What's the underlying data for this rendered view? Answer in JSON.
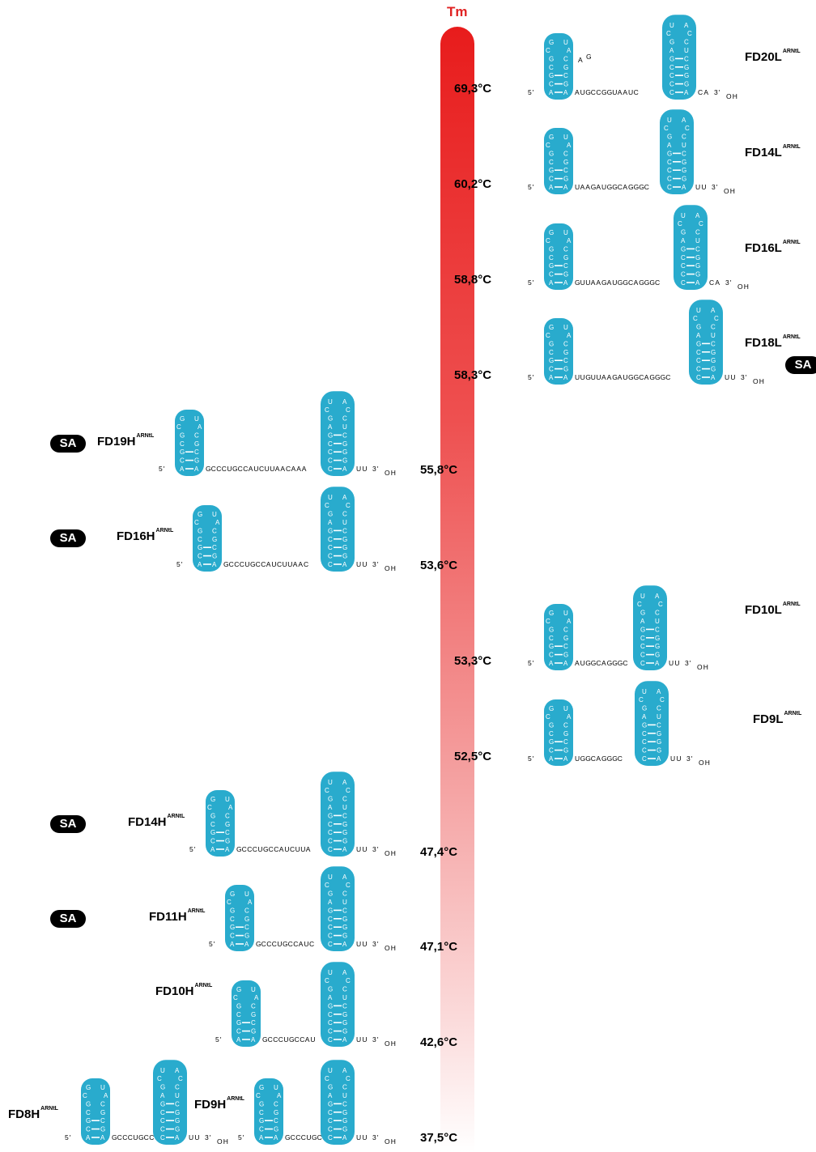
{
  "axis_title": "Tm",
  "sa_label": "SA",
  "annot_oh": "OH",
  "annot_5p": "5'",
  "annot_3p": "3'",
  "colors": {
    "hairpin": "#29abcd",
    "highlight": "#e02222",
    "bar_top": "#e81c1c"
  },
  "temperatures": [
    "69,3°C",
    "60,2°C",
    "58,8°C",
    "58,3°C",
    "55,8°C",
    "53,6°C",
    "53,3°C",
    "52,5°C",
    "47,4°C",
    "47,1°C",
    "42,6°C",
    "37,5°C"
  ],
  "left_side": [
    {
      "name": "FD19H",
      "sup": "ARNtL",
      "sa": true,
      "linker": [
        "G",
        "C",
        "C",
        "C",
        "U",
        "G",
        "C",
        "C",
        "A",
        "U",
        "C",
        "U",
        "U",
        "A",
        "A",
        "C",
        "A",
        "A",
        "A"
      ],
      "red": [
        2
      ],
      "tail": "UU"
    },
    {
      "name": "FD16H",
      "sup": "ARNtL",
      "sa": true,
      "linker": [
        "G",
        "C",
        "C",
        "C",
        "U",
        "G",
        "C",
        "C",
        "A",
        "U",
        "C",
        "U",
        "U",
        "A",
        "A",
        "C"
      ],
      "red": [
        2
      ],
      "tail": "UU"
    },
    {
      "name": "FD14H",
      "sup": "ARNtL",
      "sa": true,
      "linker": [
        "G",
        "C",
        "C",
        "C",
        "U",
        "G",
        "C",
        "C",
        "A",
        "U",
        "C",
        "U",
        "U",
        "A"
      ],
      "red": [
        2
      ],
      "tail": "UU"
    },
    {
      "name": "FD11H",
      "sup": "ARNtL",
      "sa": true,
      "linker": [
        "G",
        "C",
        "C",
        "C",
        "U",
        "G",
        "C",
        "C",
        "A",
        "U",
        "C"
      ],
      "red": [
        2
      ],
      "tail": "UU"
    },
    {
      "name": "FD10H",
      "sup": "ARNtL",
      "sa": false,
      "linker": [
        "G",
        "C",
        "C",
        "C",
        "U",
        "G",
        "C",
        "C",
        "A",
        "U"
      ],
      "red": [
        2
      ],
      "tail": "UU"
    },
    {
      "name": "FD9H",
      "sup": "ARNtL",
      "sa": false,
      "linker": [
        "G",
        "C",
        "C",
        "C",
        "U",
        "G",
        "C",
        "C",
        "A"
      ],
      "red": [
        2
      ],
      "tail": "UU"
    },
    {
      "name": "FD8H",
      "sup": "ARNtL",
      "sa": false,
      "linker": [
        "G",
        "C",
        "C",
        "C",
        "U",
        "G",
        "C",
        "C"
      ],
      "red": [
        2
      ],
      "tail": "UU"
    }
  ],
  "right_side": [
    {
      "name": "FD20L",
      "sup": "ARNtL",
      "sa": false,
      "linker": [
        "A",
        "U",
        "G",
        "C",
        "C",
        "G",
        "G",
        "U",
        "A",
        "A",
        "U",
        "C"
      ],
      "red": [],
      "tail": "CA",
      "mini_hairpin": {
        "top": [
          "A",
          "G"
        ],
        "pairs": [
          [
            "C",
            "G"
          ],
          [
            "G",
            "C"
          ]
        ],
        "red_top": 1
      }
    },
    {
      "name": "FD14L",
      "sup": "ARNtL",
      "sa": false,
      "linker": [
        "U",
        "A",
        "A",
        "G",
        "A",
        "U",
        "G",
        "G",
        "C",
        "A",
        "G",
        "G",
        "G",
        "C"
      ],
      "red": [
        11
      ],
      "tail": "UU"
    },
    {
      "name": "FD16L",
      "sup": "ARNtL",
      "sa": false,
      "linker": [
        "G",
        "U",
        "U",
        "A",
        "A",
        "G",
        "A",
        "U",
        "G",
        "G",
        "C",
        "A",
        "G",
        "G",
        "G",
        "C"
      ],
      "red": [
        13
      ],
      "tail": "CA"
    },
    {
      "name": "FD18L",
      "sup": "ARNtL",
      "sa": true,
      "linker": [
        "U",
        "U",
        "G",
        "U",
        "U",
        "A",
        "A",
        "G",
        "A",
        "U",
        "G",
        "G",
        "C",
        "A",
        "G",
        "G",
        "G",
        "C"
      ],
      "red": [
        15
      ],
      "tail": "UU"
    },
    {
      "name": "FD10L",
      "sup": "ARNtL",
      "sa": false,
      "linker": [
        "A",
        "U",
        "G",
        "G",
        "C",
        "A",
        "G",
        "G",
        "G",
        "C"
      ],
      "red": [
        7
      ],
      "tail": "UU"
    },
    {
      "name": "FD9L",
      "sup": "ARNtL",
      "sa": false,
      "linker": [
        "U",
        "G",
        "G",
        "C",
        "A",
        "G",
        "G",
        "G",
        "C"
      ],
      "red": [
        6
      ],
      "tail": "UU"
    }
  ],
  "small_hairpin": {
    "loop": [
      "C",
      "G",
      "U",
      "A"
    ],
    "stem": [
      [
        "A",
        "A"
      ],
      [
        "C",
        "G"
      ],
      [
        "G",
        "C"
      ],
      [
        "C",
        "G"
      ],
      [
        "G",
        "C"
      ]
    ]
  },
  "large_hairpin": {
    "loop": [
      "C",
      "U",
      "A",
      "C"
    ],
    "stem": [
      [
        "C",
        "A"
      ],
      [
        "C",
        "G"
      ],
      [
        "C",
        "G"
      ],
      [
        "C",
        "G"
      ],
      [
        "G",
        "C"
      ],
      [
        "A",
        "U"
      ],
      [
        "G",
        "C"
      ]
    ]
  }
}
